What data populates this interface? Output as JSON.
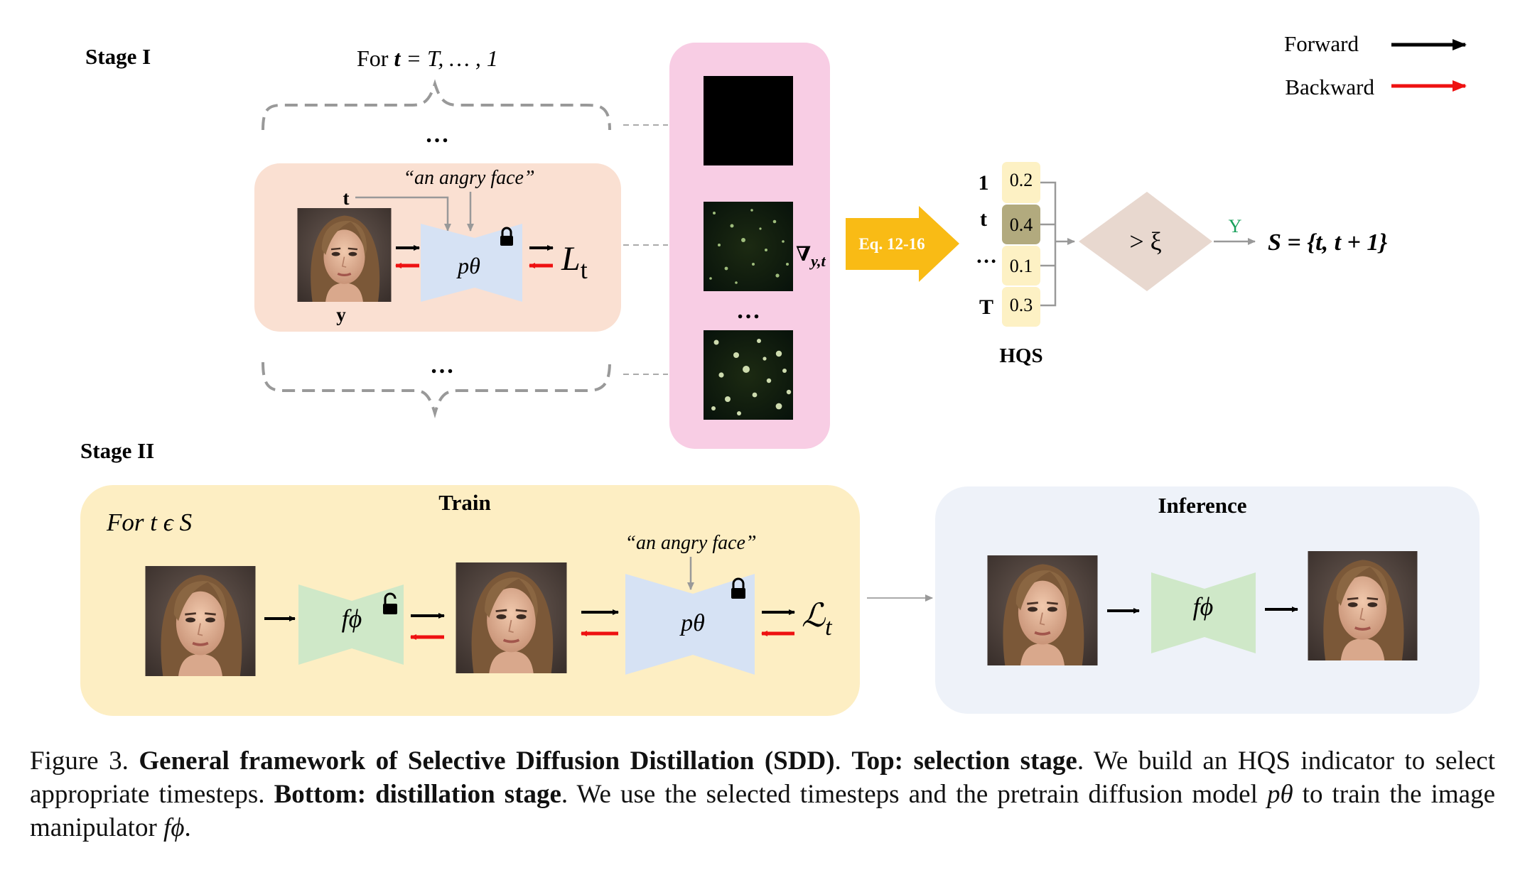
{
  "legend": {
    "forward": "Forward",
    "backward": "Backward",
    "forward_color": "#000000",
    "backward_color": "#ee1111"
  },
  "stage1": {
    "label": "Stage I",
    "loop_prefix": "For ",
    "loop_var": "t",
    "loop_range": " = T, … , 1",
    "ellipsis": "…",
    "prompt": "“an angry face”",
    "t_label": "t",
    "y_label": "y",
    "model": "pθ",
    "loss": "L",
    "loss_sub": "t",
    "grad": "∇",
    "grad_sub": "y,t",
    "eq_label": "Eq. 12-16",
    "hqs": {
      "title": "HQS",
      "rows": [
        {
          "label": "1",
          "value": "0.2"
        },
        {
          "label": "t",
          "value": "0.4"
        },
        {
          "label": "…",
          "value": "0.1"
        },
        {
          "label": "T",
          "value": "0.3"
        }
      ]
    },
    "threshold": "> ξ",
    "yes_label": "Y",
    "result": "S = {t, t + 1}"
  },
  "stage2": {
    "label": "Stage II",
    "train_title": "Train",
    "loop_text": "For  t ϵ S",
    "prompt": "“an angry face”",
    "manipulator": "fϕ",
    "model": "pθ",
    "loss": "ℒ",
    "loss_sub": "t",
    "inference_title": "Inference"
  },
  "colors": {
    "stage1_box": "#fae0d2",
    "grad_panel": "#f8cde4",
    "train_box": "#fdeec3",
    "inference_box": "#eef2f9",
    "decoder": "#d6e2f4",
    "manipulator": "#cfe8c8",
    "eq_arrow": "#f9bb15",
    "diamond": "#e8d8cf",
    "hqs_cell": "#fdf1c4",
    "hqs_selected": "#b2aa7e"
  },
  "caption": {
    "fig": "Figure 3. ",
    "title": "General framework of Selective Diffusion Distillation (SDD)",
    "p1": ". ",
    "top": "Top: selection stage",
    "p2": ". We build an HQS indicator to select appropriate timesteps. ",
    "bottom": "Bottom: distillation stage",
    "p3": ". We use the selected timesteps and the pretrain diffusion model ",
    "sym1": "pθ",
    "p4": " to train the image manipulator ",
    "sym2": "fϕ",
    "p5": "."
  }
}
